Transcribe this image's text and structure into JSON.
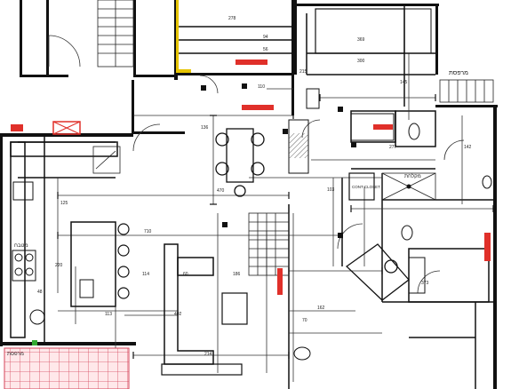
{
  "colors": {
    "wall": "#111111",
    "dim": "#333333",
    "marker": "#e0302a",
    "tile": "#d4455a",
    "tile_bg": "#ffe8ea",
    "accent_green": "#33aa33",
    "accent_yellow": "#e6c400",
    "hatch": "#666666"
  },
  "labels": {
    "cont_closet": "CONT CLOSET",
    "hebrew_top_right": "מרפסת",
    "hebrew_kitchen": "מטבח",
    "hebrew_bottom_left": "מרפסת",
    "hebrew_mid_right": "מקלחת"
  },
  "dimensions": {
    "d_278": "278",
    "d_94": "94",
    "d_56": "56",
    "d_369": "369",
    "d_300": "300",
    "d_215": "215",
    "d_110": "110",
    "d_125": "125",
    "d_136": "136",
    "d_470": "470",
    "d_277": "277",
    "d_142": "142",
    "d_103": "103",
    "d_710": "710",
    "d_220": "220",
    "d_114": "114",
    "d_113": "113",
    "d_186": "186",
    "d_373": "373",
    "d_402": "402",
    "d_214": "214",
    "d_162": "162",
    "d_70": "70",
    "d_60": "60",
    "d_48": "48",
    "d_145": "145"
  }
}
